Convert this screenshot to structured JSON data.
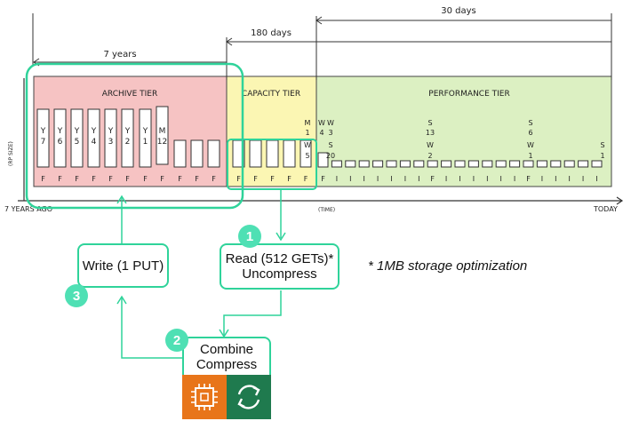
{
  "timeline": {
    "range_7y": "7 years",
    "range_180d": "180 days",
    "range_30d": "30 days",
    "left_label": "7 YEARS AGO",
    "right_label": "TODAY",
    "time_label": "(TIME)",
    "y_label": "(RP SIZE)"
  },
  "tiers": {
    "archive": "ARCHIVE TIER",
    "capacity": "CAPACITY TIER",
    "performance": "PERFORMANCE TIER"
  },
  "archive_bars": [
    {
      "top": "Y",
      "bottom": "7"
    },
    {
      "top": "Y",
      "bottom": "6"
    },
    {
      "top": "Y",
      "bottom": "5"
    },
    {
      "top": "Y",
      "bottom": "4"
    },
    {
      "top": "Y",
      "bottom": "3"
    },
    {
      "top": "Y",
      "bottom": "2"
    },
    {
      "top": "Y",
      "bottom": "1"
    },
    {
      "top": "M",
      "bottom": "12"
    }
  ],
  "capacity_labels": [
    {
      "top": "M",
      "bottom": "1"
    },
    {
      "top": "W",
      "bottom": "5"
    }
  ],
  "performance_labels": [
    {
      "top": "W",
      "bottom": "4"
    },
    {
      "top": "W",
      "bottom": "3"
    },
    {
      "top": "S",
      "bottom": "20"
    },
    {
      "top": "S",
      "bottom": "13"
    },
    {
      "top": "W",
      "bottom": "2"
    },
    {
      "top": "S",
      "bottom": "6"
    },
    {
      "top": "W",
      "bottom": "1"
    },
    {
      "top": "S",
      "bottom": "1"
    }
  ],
  "letters": {
    "full": "F",
    "incremental": "I"
  },
  "steps": {
    "write": "Write (1 PUT)",
    "read_line1": "Read (512 GETs)*",
    "read_line2": "Uncompress",
    "combine_line1": "Combine",
    "combine_line2": "Compress",
    "badge1": "1",
    "badge2": "2",
    "badge3": "3"
  },
  "note": "* 1MB storage optimization",
  "icons": {
    "compute": "processor-chip-icon",
    "sync": "refresh-cycle-icon"
  },
  "colors": {
    "accent": "#2fd39a",
    "archive_fill": "#f6c3c3",
    "capacity_fill": "#fbf6b3",
    "performance_fill": "#dcf0c2",
    "compute_tile": "#e8751a",
    "sync_tile": "#1f7a4e"
  }
}
